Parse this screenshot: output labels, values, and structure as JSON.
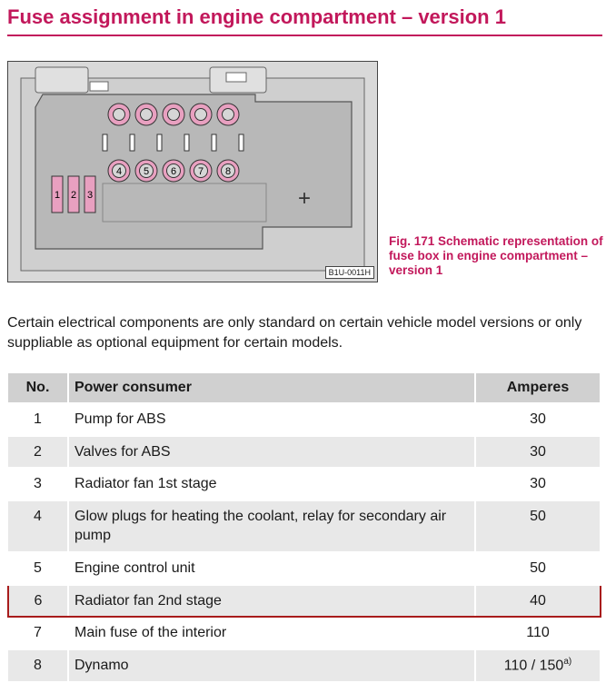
{
  "page": {
    "title": "Fuse assignment in engine compartment – version 1",
    "figure": {
      "code": "B1U-0011H",
      "caption": "Fig. 171  Schematic representa­tion of fuse box in engine compartment – version 1",
      "fuse_labels_small": [
        "1",
        "2",
        "3"
      ],
      "fuse_labels_round": [
        "4",
        "5",
        "6",
        "7",
        "8"
      ],
      "plus_symbol": "+"
    },
    "intro": "Certain electrical components are only standard on certain vehicle model versions or only suppliable as optional equipment for certain models.",
    "table": {
      "headers": {
        "no": "No.",
        "consumer": "Power consumer",
        "amperes": "Amperes"
      },
      "rows": [
        {
          "no": "1",
          "consumer": "Pump for ABS",
          "amperes": "30"
        },
        {
          "no": "2",
          "consumer": "Valves for ABS",
          "amperes": "30"
        },
        {
          "no": "3",
          "consumer": "Radiator fan 1st stage",
          "amperes": "30"
        },
        {
          "no": "4",
          "consumer": "Glow plugs for heating the coolant, relay for secondary air pump",
          "amperes": "50"
        },
        {
          "no": "5",
          "consumer": "Engine control unit",
          "amperes": "50"
        },
        {
          "no": "6",
          "consumer": "Radiator fan 2nd stage",
          "amperes": "40"
        },
        {
          "no": "7",
          "consumer": "Main fuse of the interior",
          "amperes": "110"
        },
        {
          "no": "8",
          "consumer": "Dynamo",
          "amperes": "110 / 150",
          "footnote": "a)"
        }
      ],
      "highlighted_row": 6
    },
    "colors": {
      "accent": "#c2185b",
      "fuse_pink": "#e8a0c0",
      "highlight_border": "#a81c1c",
      "row_shade": "#e8e8e8"
    }
  }
}
